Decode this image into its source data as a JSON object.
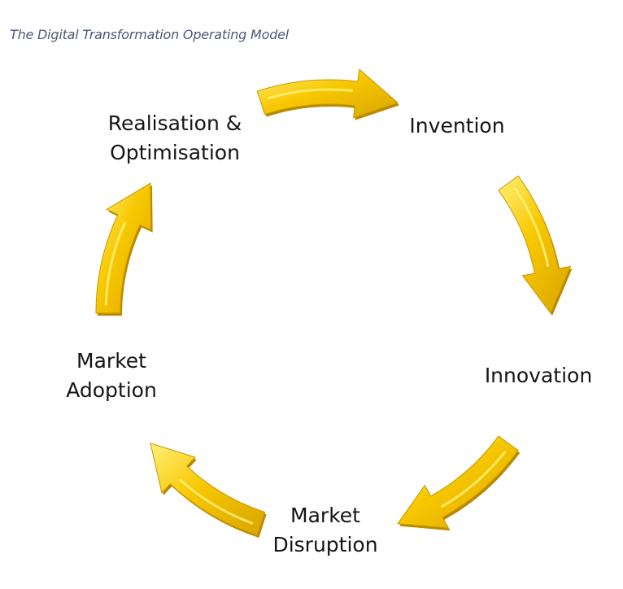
{
  "title": "The Digital Transformation Operating Model",
  "stages": [
    {
      "line1": "Invention",
      "line2": ""
    },
    {
      "line1": "Innovation",
      "line2": ""
    },
    {
      "line1": "Market",
      "line2": "Disruption"
    },
    {
      "line1": "Market",
      "line2": "Adoption"
    },
    {
      "line1": "Realisation &",
      "line2": "Optimisation"
    }
  ],
  "colors": {
    "arrow_light": "#fff07a",
    "arrow_mid": "#f7c800",
    "arrow_dark": "#c99600",
    "text": "#151515",
    "title": "#4a5a78"
  }
}
